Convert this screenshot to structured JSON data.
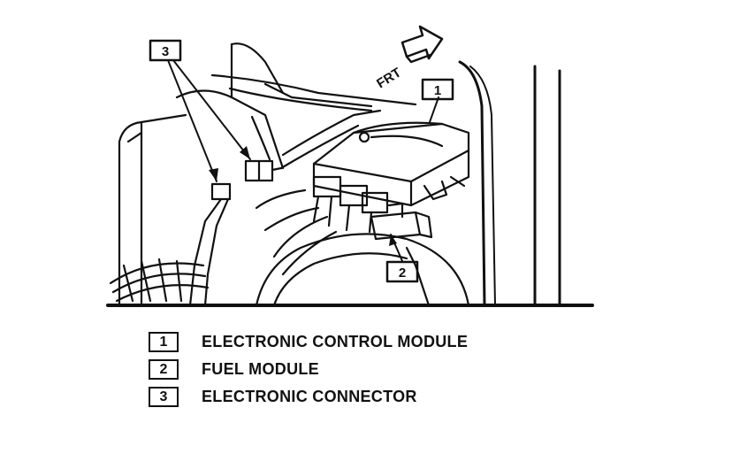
{
  "orientation_label": "FRT",
  "callouts": [
    {
      "number": "1",
      "label": "ELECTRONIC CONTROL MODULE"
    },
    {
      "number": "2",
      "label": "FUEL MODULE"
    },
    {
      "number": "3",
      "label": "ELECTRONIC CONNECTOR"
    }
  ],
  "colors": {
    "ink": "#111111",
    "background": "#ffffff"
  }
}
